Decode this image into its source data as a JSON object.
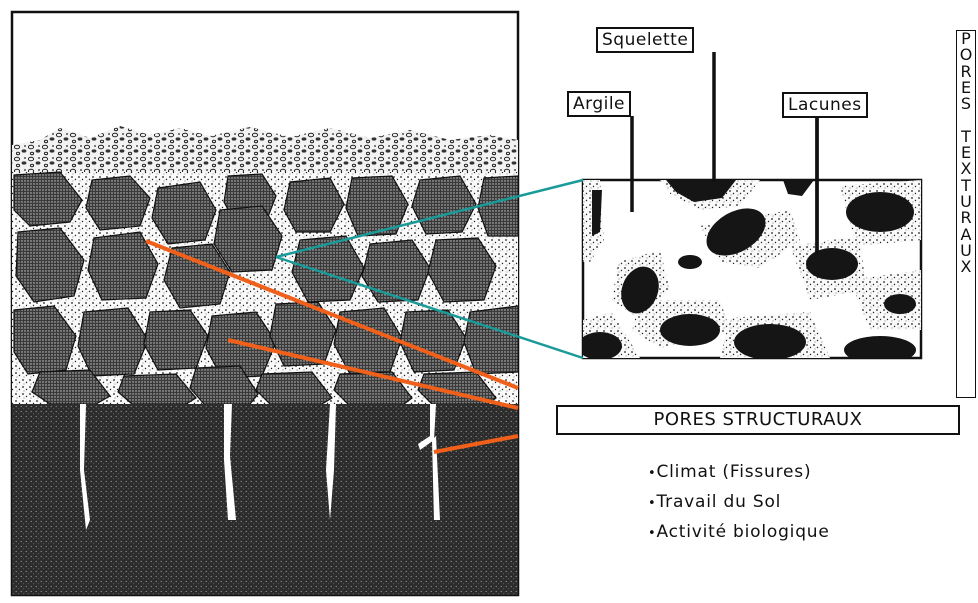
{
  "labels": {
    "squelette": "Squelette",
    "argile": "Argile",
    "lacunes": "Lacunes",
    "pores_texturaux": "PORES TEXTURAUX",
    "pores_structuraux": "PORES STRUCTURAUX"
  },
  "causes": [
    "Climat (Fissures)",
    "Travail du Sol",
    "Activité biologique"
  ],
  "colors": {
    "connector_teal": "#1a9a98",
    "connector_orange": "#f0601a",
    "ink": "#111111"
  }
}
